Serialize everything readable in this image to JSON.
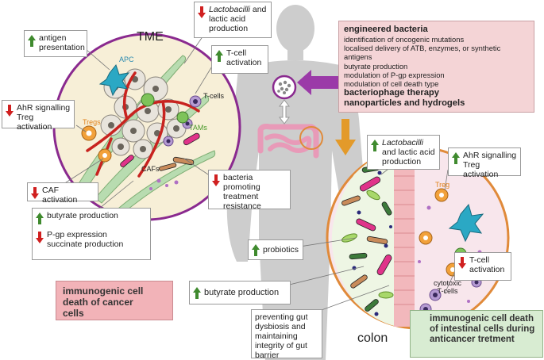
{
  "labels": {
    "tme": "TME",
    "colon": "colon",
    "apc": "APC",
    "t_cells": "T-cells",
    "tregs": "Tregs",
    "tams": "TAMs",
    "cafs": "CAFs",
    "treg": "Treg",
    "cytotoxic": "cytotoxic",
    "t_cells_2": "T-cells"
  },
  "tme_boxes": {
    "antigen": "antigen presentation",
    "lacto_italic": "Lactobacilli",
    "lacto_rest": "and lactic acid production",
    "tcell_act": "T-cell activation",
    "ahr": "AhR signalling Treg activation",
    "caf": "CAF activation",
    "bacteria_resist": "bacteria promoting treatment resistance",
    "butyrate": "butyrate production",
    "pgp": "P-gp expression succinate production"
  },
  "engineered": {
    "head": "engineered bacteria",
    "items": [
      "identification of oncogenic mutations",
      "localised delivery of ATB, enzymes, or synthetic antigens",
      "butyrate production",
      "modulation of P-gp expression",
      "modulation of cell death type"
    ],
    "bold1": "bacteriophage therapy",
    "bold2": "nanoparticles and hydrogels"
  },
  "colon_boxes": {
    "lacto_italic": "Lactobacilli",
    "lacto_rest": "and lactic acid production",
    "ahr": "AhR signalling Treg activation",
    "probiotics": "probiotics",
    "tcell_act": "T-cell activation",
    "butyrate": "butyrate production",
    "gut": "preventing gut dysbiosis and maintaining integrity of gut barrier"
  },
  "icd": {
    "cancer": "immunogenic cell death of cancer cells",
    "intestinal": "immunogenic cell death of intestinal cells during anticancer tretment"
  },
  "colors": {
    "up_arrow": "#3f8a2e",
    "down_arrow": "#d02020",
    "tme_ring": "#8a2a8f",
    "colon_ring": "#e08a3a",
    "purple_arrow": "#9b3aa8",
    "orange_arrow": "#e39a2a",
    "body_silhouette": "#c9c9c9"
  }
}
